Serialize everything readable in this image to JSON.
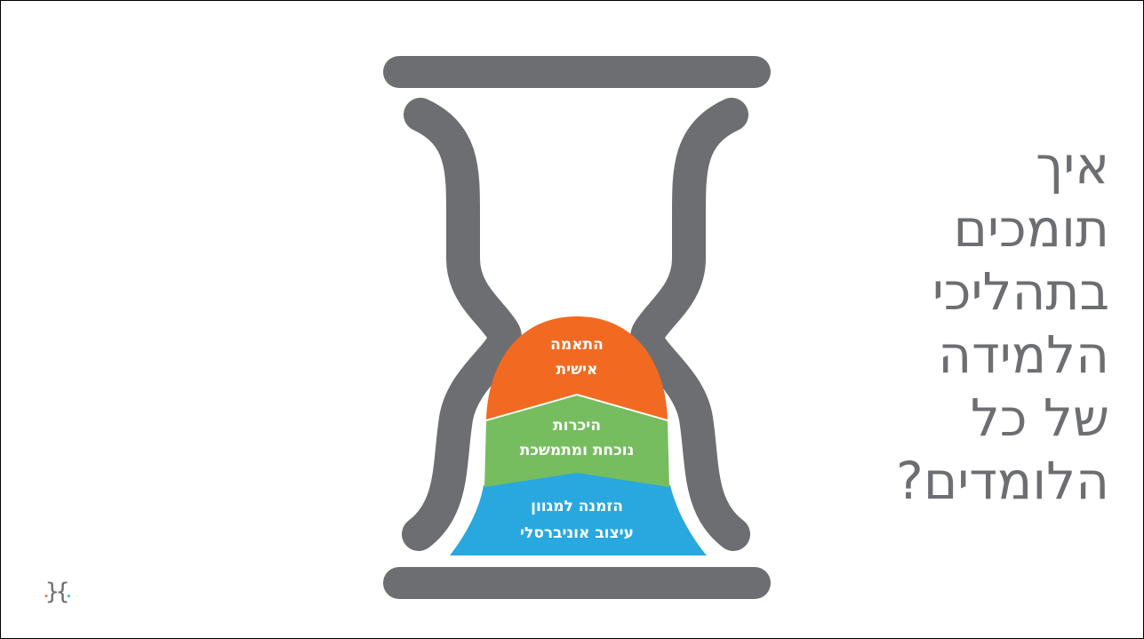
{
  "title_lines": [
    "איך",
    "תומכים",
    "בתהליכי",
    "הלמידה",
    "של כל",
    "הלומדים?"
  ],
  "layers": [
    {
      "lines": [
        "התאמה",
        "אישית"
      ],
      "color": "#f26a21"
    },
    {
      "lines": [
        "היכרות",
        "נוכחת ומתמשכת"
      ],
      "color": "#76bd5f"
    },
    {
      "lines": [
        "הזמנה למגוון",
        "עיצוב אוניברסלי"
      ],
      "color": "#29a8e0"
    }
  ],
  "colors": {
    "frame": "#6d6e71",
    "title": "#6d6e71"
  },
  "logo_icon": "braces-logo-icon"
}
